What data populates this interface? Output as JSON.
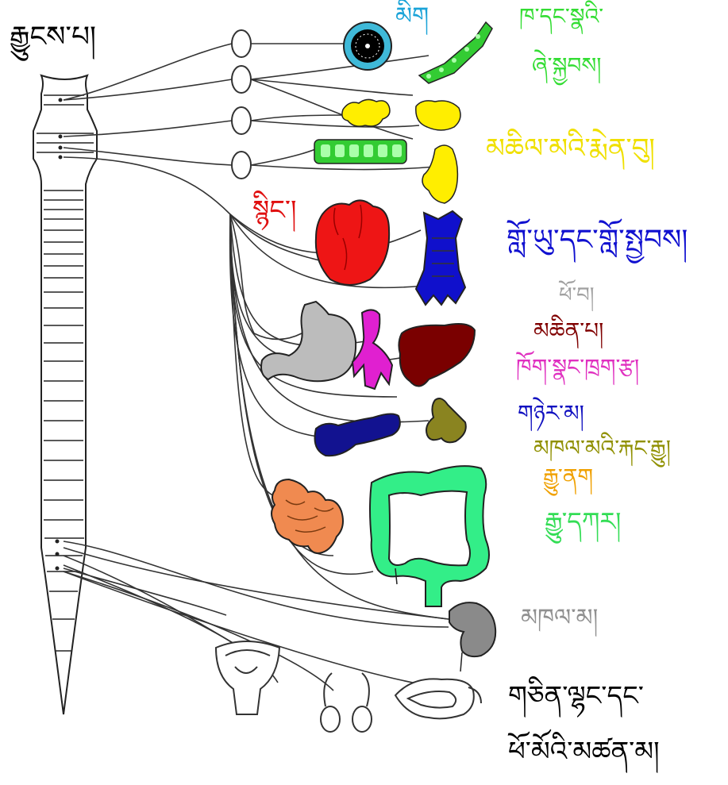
{
  "diagram": {
    "labels": {
      "spinal_cord": {
        "text": "རྒྱུངས་པ།",
        "color": "#000000"
      },
      "eye": {
        "text": "མིག",
        "color": "#1aa3d8"
      },
      "mouth_nose_1": {
        "text": "ཁ་དང་སྣའི་",
        "color": "#33dd33"
      },
      "mouth_nose_2": {
        "text": "ཞེ་སྐྱབས།",
        "color": "#33dd33"
      },
      "salivary_glands": {
        "text": "མཆིལ་མའི་རྨེན་བུ།",
        "color": "#f0e000"
      },
      "heart": {
        "text": "སྙིང་།",
        "color": "#e01010"
      },
      "trachea_bronchi": {
        "text": "གློ་ཡུ་དང་གློ་སྤྱབས།",
        "color": "#1010d0"
      },
      "stomach": {
        "text": "ཕོ་བ།",
        "color": "#a0a0a0"
      },
      "liver": {
        "text": "མཆིན་པ།",
        "color": "#800000"
      },
      "aorta": {
        "text": "ཁོག་སྣང་ཁྲག་རྩ།",
        "color": "#e030c0"
      },
      "pancreas": {
        "text": "གཉེར་མ།",
        "color": "#1010c0"
      },
      "gallbladder": {
        "text": "མཁལ་མའི་རྐང་རྒྱུ།",
        "color": "#909000"
      },
      "small_intestine": {
        "text": "རྒྱུ་ནག",
        "color": "#f0a000"
      },
      "large_intestine": {
        "text": "རྒྱུ་དཀར།",
        "color": "#33dd55"
      },
      "kidney": {
        "text": "མཁལ་མ།",
        "color": "#909090"
      },
      "reproductive_1": {
        "text": "གཅིན་ལྷང་དང་",
        "color": "#000000"
      },
      "reproductive_2": {
        "text": "ཕོ་མོའི་མཚན་མ།",
        "color": "#000000"
      }
    }
  }
}
